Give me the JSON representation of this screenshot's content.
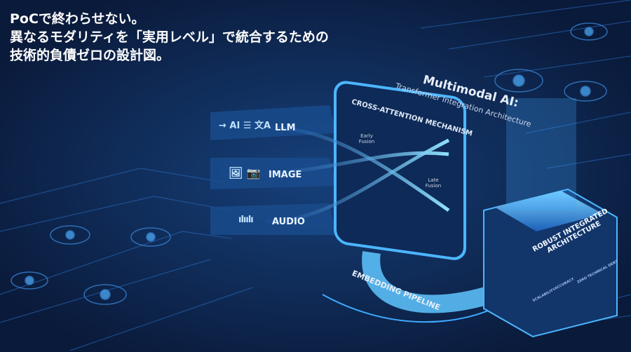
{
  "headline": {
    "lines": [
      "PoCで終わらせない。",
      "異なるモダリティを「実用レベル」で統合するための",
      "技術的負債ゼロの設計図。"
    ]
  },
  "diagram": {
    "title": "Multimodal AI:",
    "subtitle": "Transformer Integration Architecture",
    "mechanism": "CROSS-ATTENTION MECHANISM",
    "early_fusion": "Early Fusion",
    "late_fusion": "Late Fusion",
    "inputs": [
      {
        "label": "LLM",
        "icon": "ai-translate-icon"
      },
      {
        "label": "IMAGE",
        "icon": "image-camera-icon"
      },
      {
        "label": "AUDIO",
        "icon": "audio-wave-icon"
      }
    ],
    "pipeline": "EMBEDDING PIPELINE",
    "output_box": {
      "title_line1": "ROBUST INTEGRATED",
      "title_line2": "ARCHITECTURE",
      "features": [
        "SCALABILITY",
        "ACCURACY",
        "ZERO TECHNICAL DEBT"
      ]
    }
  },
  "colors": {
    "background": "#0a1a3a",
    "accent": "#3fa9ff",
    "glow": "#8fe3ff"
  }
}
